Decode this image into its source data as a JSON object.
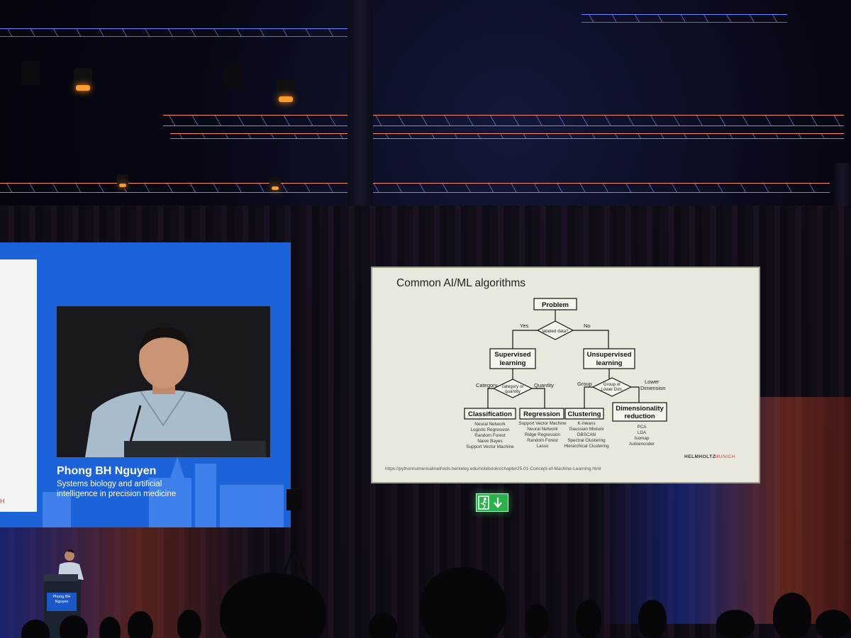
{
  "left_screen": {
    "speaker_name": "Phong BH Nguyen",
    "speaker_role": "Systems biology and artificial intelligence in precision medicine",
    "panel_mark": "H"
  },
  "slide": {
    "title": "Common AI/ML algorithms",
    "url": "https://pythonnumericalmethods.berkeley.edu/notebooks/chapter25.01-Concept-of-Machine-Learning.html",
    "logo_bold": "HELMHOLTZ",
    "logo_light": "MUNICH",
    "flowchart": {
      "root": "Problem",
      "decision_root": "labeled data?",
      "yes_label": "Yes",
      "no_label": "No",
      "supervised": [
        "Supervised",
        "learning"
      ],
      "unsupervised": [
        "Unsupervised",
        "learning"
      ],
      "decision_supervised": [
        "category or",
        "quantity"
      ],
      "decision_unsupervised": [
        "Group or",
        "Lower Dim."
      ],
      "category_label": "Category",
      "quantity_label": "Quantity",
      "group_label": "Group",
      "lower_dimension_label": [
        "Lower",
        "Dimension"
      ],
      "classification": {
        "label": "Classification",
        "algorithms": [
          "Neural Network",
          "Logistic Regression",
          "Random Forest",
          "Naive Bayes",
          "Support Vector Machine"
        ]
      },
      "regression": {
        "label": "Regression",
        "algorithms": [
          "Support Vector Machine",
          "Neural Network",
          "Ridge Regression",
          "Random Forest",
          "Lasso"
        ]
      },
      "clustering": {
        "label": "Clustering",
        "algorithms": [
          "K-means",
          "Gaussian Mixture",
          "DBSCAN",
          "Spectral Clustering",
          "Hierarchical Clustering"
        ]
      },
      "dimensionality": {
        "label": [
          "Dimensionality",
          "reduction"
        ],
        "algorithms": [
          "PCA",
          "LDA",
          "Isomap",
          "Autoencoder"
        ]
      }
    }
  },
  "lectern_sign": [
    "Phong BH",
    "Nguyen"
  ],
  "colors": {
    "left_screen_blue": "#1c62d8",
    "slide_background": "#e8e9dc",
    "exit_green": "#27b24a",
    "logo_red": "#d23c3c"
  }
}
